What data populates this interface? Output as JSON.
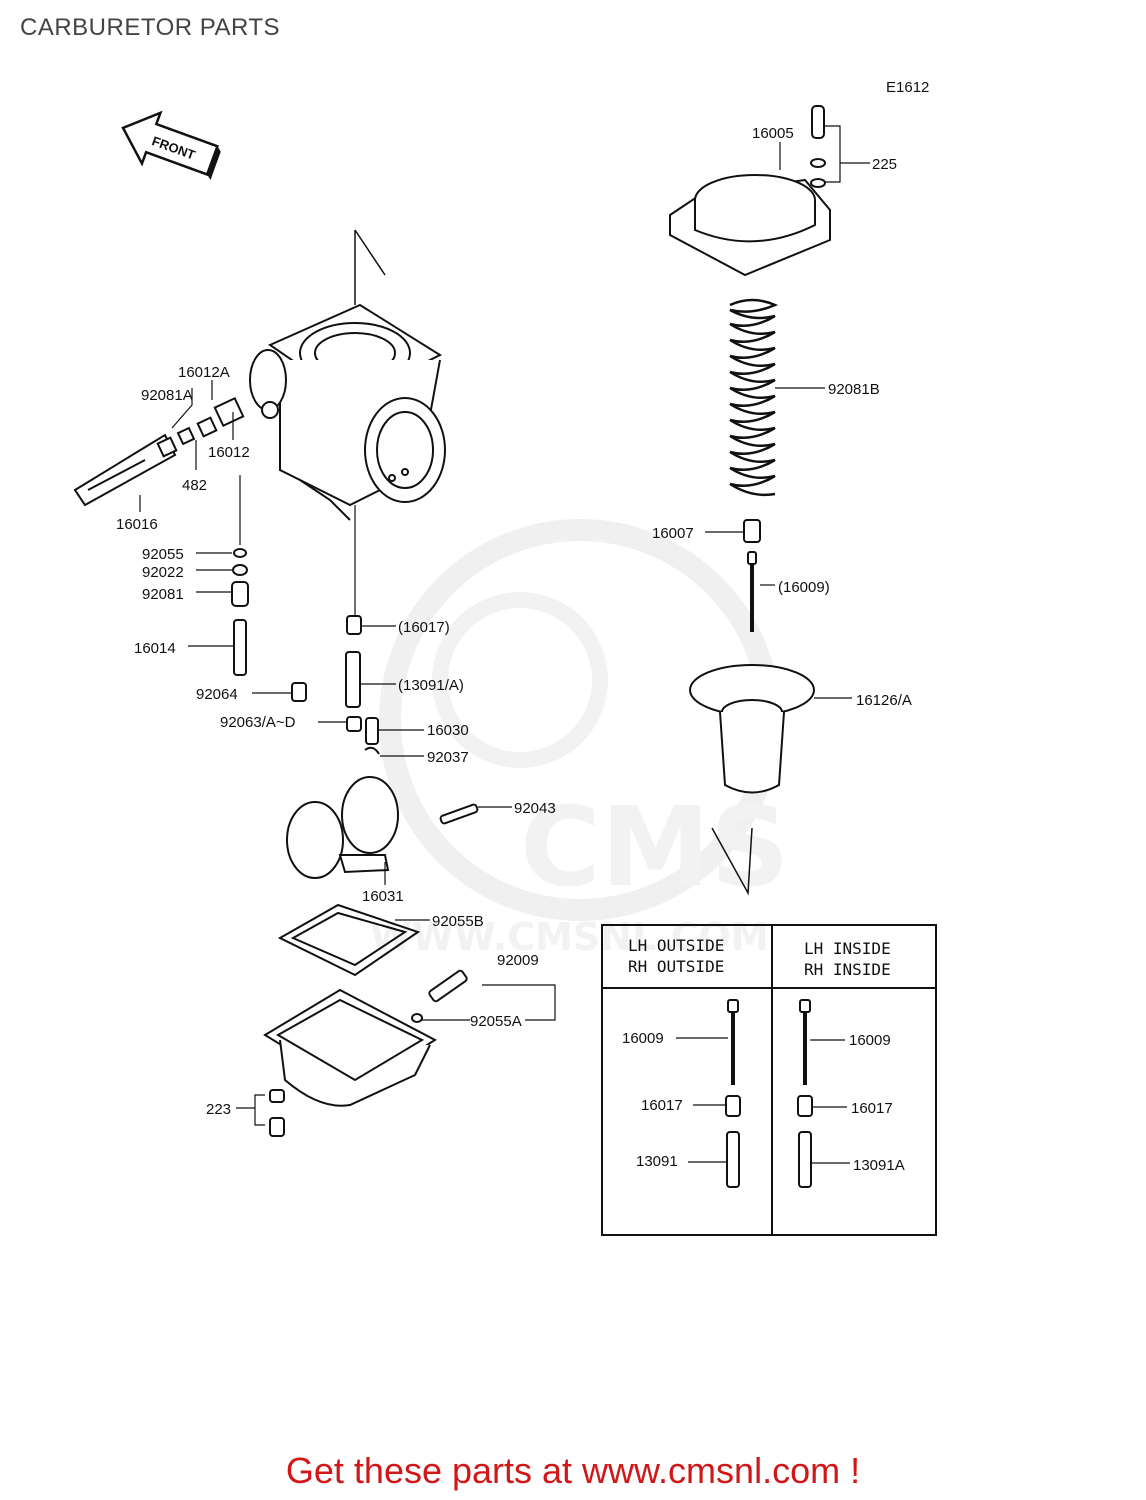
{
  "header": {
    "title": "CARBURETOR PARTS",
    "ref_code": "E1612"
  },
  "front_arrow_label": "FRONT",
  "watermark": {
    "text": "CMS",
    "url_text": "WWW.CMSNL.COM"
  },
  "parts": {
    "p16005": "16005",
    "p225": "225",
    "p92081B": "92081B",
    "p16007": "16007",
    "p16009_paren": "(16009)",
    "p16126A": "16126/A",
    "p16012A": "16012A",
    "p92081A": "92081A",
    "p16012": "16012",
    "p482": "482",
    "p16016": "16016",
    "p92055": "92055",
    "p92022": "92022",
    "p92081": "92081",
    "p16014": "16014",
    "p16017_paren": "(16017)",
    "p13091A_paren": "(13091/A)",
    "p92064": "92064",
    "p92063": "92063/A~D",
    "p16030": "16030",
    "p92037": "92037",
    "p92043": "92043",
    "p16031": "16031",
    "p92055B": "92055B",
    "p92009": "92009",
    "p92055A": "92055A",
    "p223": "223"
  },
  "variant_table": {
    "col1_line1": "LH OUTSIDE",
    "col1_line2": "RH OUTSIDE",
    "col2_line1": "LH  INSIDE",
    "col2_line2": "RH  INSIDE",
    "left": {
      "p16009": "16009",
      "p16017": "16017",
      "p13091": "13091"
    },
    "right": {
      "p16009": "16009",
      "p16017": "16017",
      "p13091A": "13091A"
    }
  },
  "footer": {
    "cta": "Get these parts at www.cmsnl.com !"
  },
  "colors": {
    "cta": "#d01818",
    "line": "#111111",
    "watermark": "#e8e8e8"
  }
}
